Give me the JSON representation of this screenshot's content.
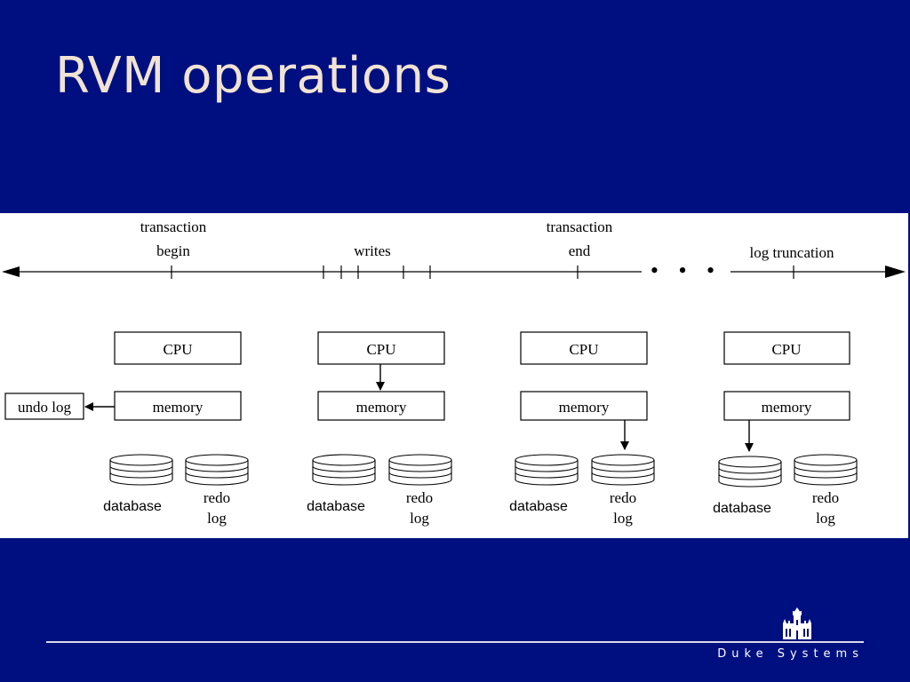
{
  "slide": {
    "title": "RVM operations",
    "footer_brand": "Duke Systems",
    "logo": "duke-chapel-logo"
  },
  "diagram": {
    "timeline": {
      "events": [
        {
          "line1": "transaction",
          "line2": "begin"
        },
        {
          "line1": "",
          "line2": "writes"
        },
        {
          "line1": "transaction",
          "line2": "end"
        },
        {
          "line1": "",
          "line2": "log truncation"
        }
      ],
      "ellipsis": "• • •"
    },
    "stages": [
      {
        "cpu": "CPU",
        "memory": "memory",
        "disk1": "database",
        "disk2_line1": "redo",
        "disk2_line2": "log",
        "side_box": "undo log"
      },
      {
        "cpu": "CPU",
        "memory": "memory",
        "disk1": "database",
        "disk2_line1": "redo",
        "disk2_line2": "log"
      },
      {
        "cpu": "CPU",
        "memory": "memory",
        "disk1": "database",
        "disk2_line1": "redo",
        "disk2_line2": "log"
      },
      {
        "cpu": "CPU",
        "memory": "memory",
        "disk1": "database",
        "disk2_line1": "redo",
        "disk2_line2": "log"
      }
    ]
  },
  "colors": {
    "background": "#000f80",
    "title": "#f1e3d3",
    "panel": "#ffffff",
    "ink": "#000000"
  }
}
